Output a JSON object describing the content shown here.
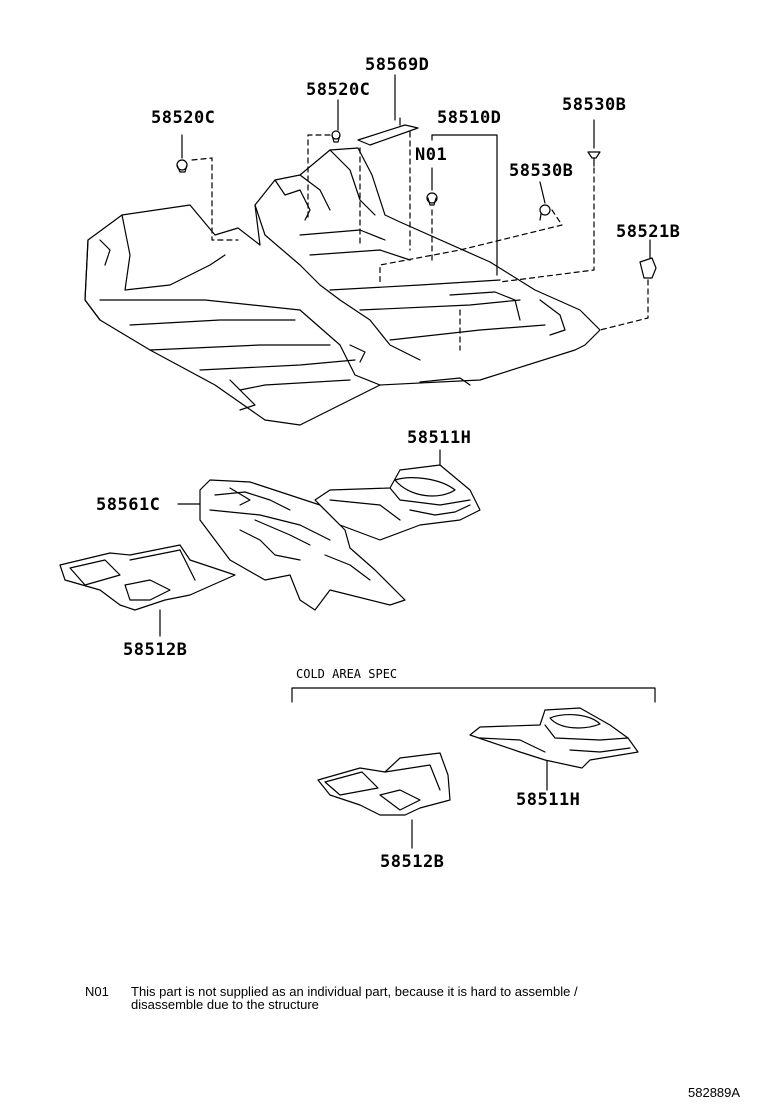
{
  "parts": {
    "p58569D": "58569D",
    "p58520C_top": "58520C",
    "p58520C_left": "58520C",
    "p58510D": "58510D",
    "pN01": "N01",
    "p58530B_top": "58530B",
    "p58530B_mid": "58530B",
    "p58521B": "58521B",
    "p58511H": "58511H",
    "p58561C": "58561C",
    "p58512B": "58512B",
    "p58511H_cold": "58511H",
    "p58512B_cold": "58512B"
  },
  "cold_area_spec": "COLD AREA SPEC",
  "note": {
    "code": "N01",
    "line1": "This part is not supplied as an individual part, because it is hard to assemble /",
    "line2": "disassemble due to the structure"
  },
  "reference_number": "582889A"
}
